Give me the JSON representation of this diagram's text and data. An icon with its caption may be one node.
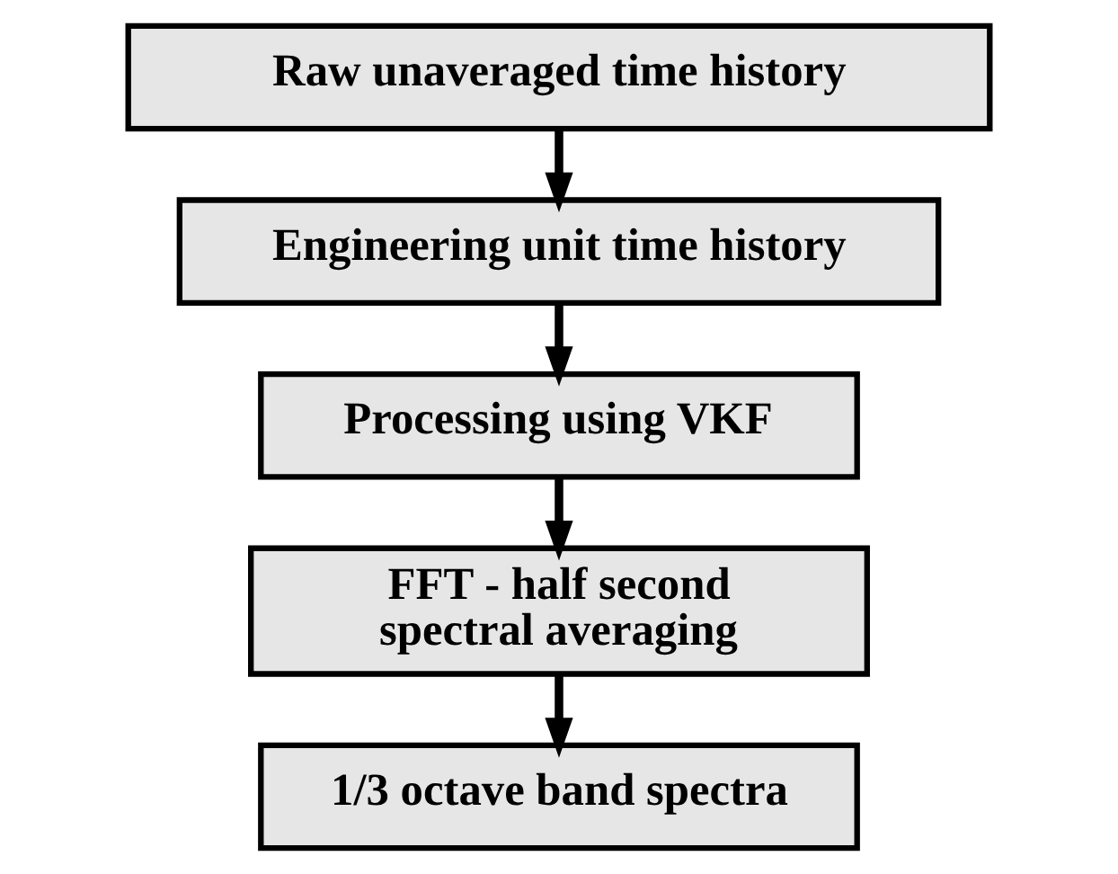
{
  "diagram": {
    "nodes": [
      {
        "text": [
          "Raw unaveraged time history"
        ]
      },
      {
        "text": [
          "Engineering unit time history"
        ]
      },
      {
        "text": [
          "Processing using VKF"
        ]
      },
      {
        "text": [
          "FFT - half second spectral averaging"
        ]
      },
      {
        "text": [
          "1/3 octave band spectra"
        ]
      }
    ],
    "edges": [
      {
        "from": 0,
        "to": 1,
        "arrow": "to"
      },
      {
        "from": 1,
        "to": 2,
        "arrow": "to"
      },
      {
        "from": 2,
        "to": 3,
        "arrow": "to"
      },
      {
        "from": 3,
        "to": 4,
        "arrow": "to"
      }
    ]
  }
}
